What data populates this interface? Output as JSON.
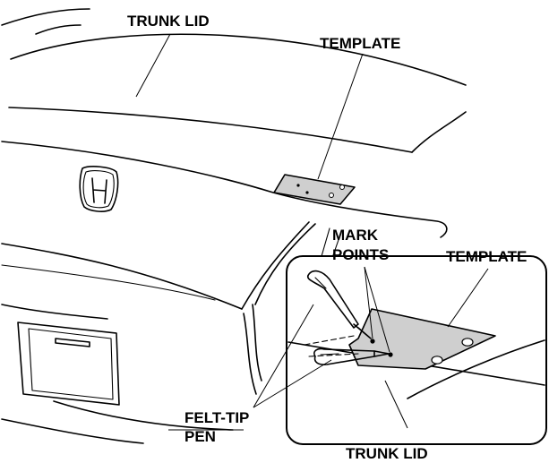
{
  "labels": {
    "trunk_lid_top": "TRUNK LID",
    "template_top": "TEMPLATE",
    "mark_points_line1": "MARK",
    "mark_points_line2": "POINTS",
    "template_inset": "TEMPLATE",
    "felt_tip_line1": "FELT-TIP",
    "felt_tip_line2": "PEN",
    "trunk_lid_bottom": "TRUNK LID"
  }
}
